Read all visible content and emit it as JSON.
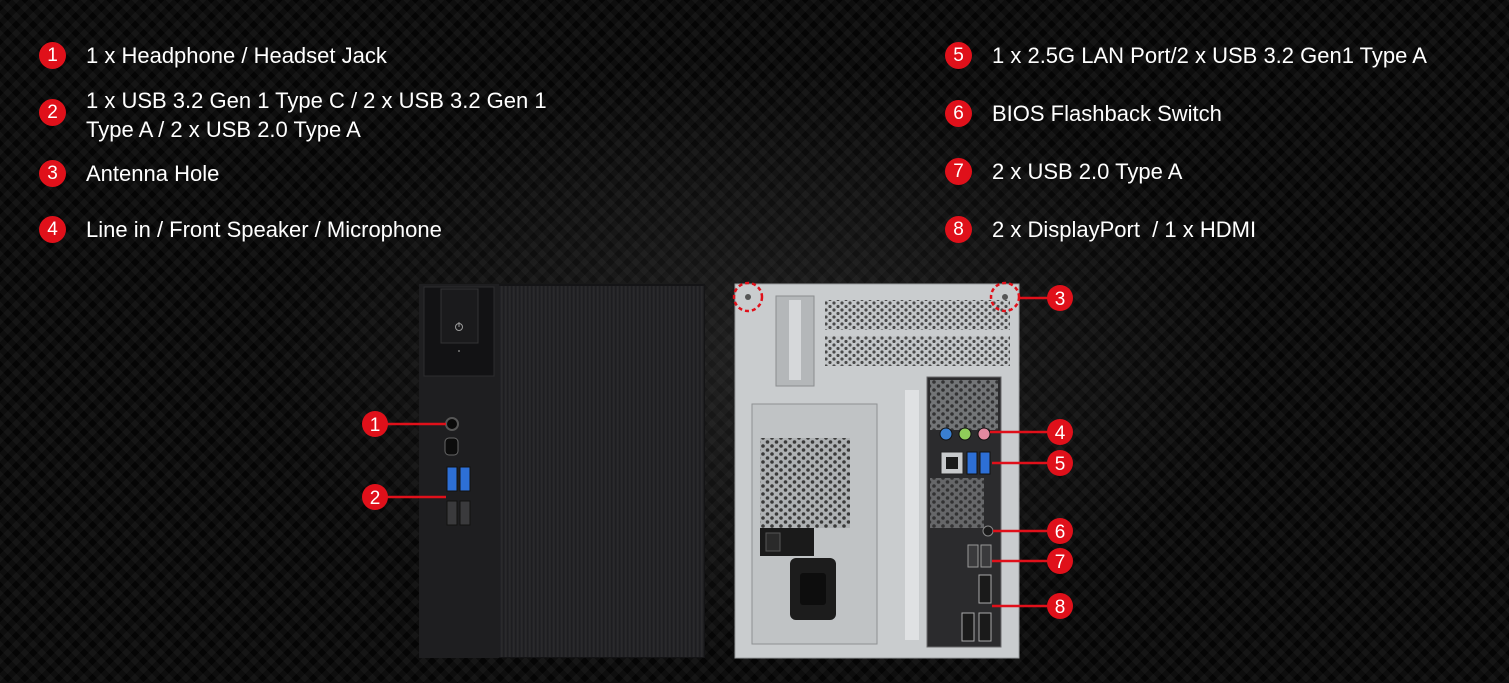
{
  "legend": {
    "items": [
      {
        "num": "1",
        "text": "1 x Headphone / Headset Jack"
      },
      {
        "num": "2",
        "text": "1 x USB 3.2 Gen 1 Type C / 2 x USB 3.2 Gen 1\nType A / 2 x USB 2.0 Type A"
      },
      {
        "num": "3",
        "text": "Antenna Hole"
      },
      {
        "num": "4",
        "text": "Line in / Front Speaker / Microphone"
      },
      {
        "num": "5",
        "text": "1 x 2.5G LAN Port/2 x USB 3.2 Gen1 Type A"
      },
      {
        "num": "6",
        "text": "BIOS Flashback Switch"
      },
      {
        "num": "7",
        "text": "2 x USB 2.0 Type A"
      },
      {
        "num": "8",
        "text": "2 x DisplayPort  / 1 x HDMI"
      }
    ]
  },
  "callouts": {
    "front": [
      "1",
      "2"
    ],
    "rear": [
      "3",
      "4",
      "5",
      "6",
      "7",
      "8"
    ]
  },
  "colors": {
    "accent": "#e0101a",
    "chassis_front": "#1b1b1d",
    "chassis_rear": "#c9ccce",
    "usb3_blue": "#2d6fd6",
    "audio_blue": "#3a7fd0",
    "audio_green": "#8fce5a",
    "audio_pink": "#e28aa0"
  },
  "icons": [
    "power-icon",
    "headphone-jack-icon",
    "usb-c-port-icon",
    "usb-a-port-icon",
    "lan-port-icon",
    "displayport-icon",
    "hdmi-port-icon",
    "power-switch-icon",
    "ac-inlet-icon"
  ]
}
